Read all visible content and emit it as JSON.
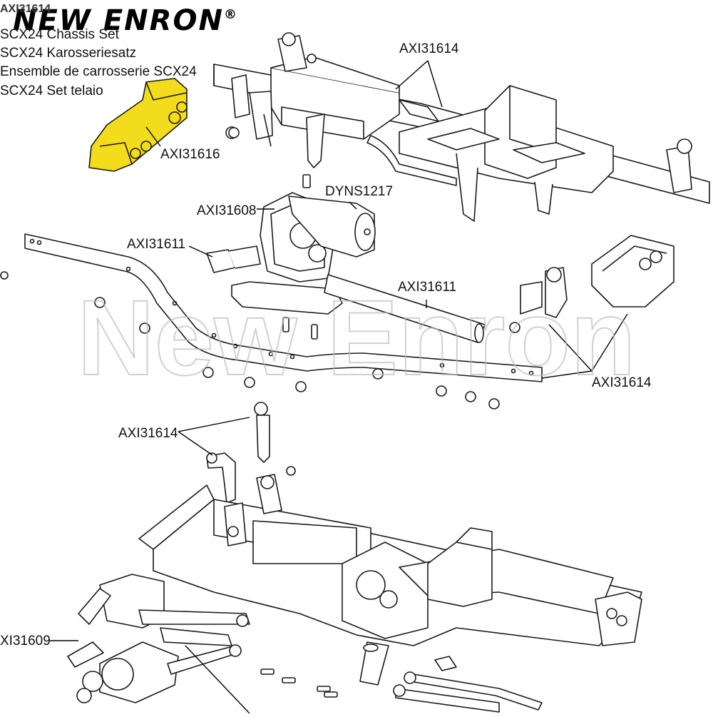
{
  "brand": {
    "name": "NEW ENRON",
    "mark": "®"
  },
  "watermark": "New Enron",
  "header": {
    "code": "AXI31614",
    "lines": [
      "SCX24 Chassis Set",
      "SCX24 Karosseriesatz",
      "Ensemble de carrosserie SCX24",
      "SCX24 Set telaio"
    ]
  },
  "callouts": [
    {
      "id": "axi31614-top",
      "text": "AXI31614"
    },
    {
      "id": "axi31616",
      "text": "AXI31616"
    },
    {
      "id": "dyns1217",
      "text": "DYNS1217"
    },
    {
      "id": "axi31608",
      "text": "AXI31608"
    },
    {
      "id": "axi31611-left",
      "text": "AXI31611"
    },
    {
      "id": "axi31611-right",
      "text": "AXI31611"
    },
    {
      "id": "axi31614-right",
      "text": "AXI31614"
    },
    {
      "id": "axi31614-mid",
      "text": "AXI31614"
    },
    {
      "id": "axi31609",
      "text": "XI31609"
    }
  ],
  "colors": {
    "highlight": "#f2dc1c",
    "ink": "#1a1a1a",
    "paper": "#ffffff"
  }
}
